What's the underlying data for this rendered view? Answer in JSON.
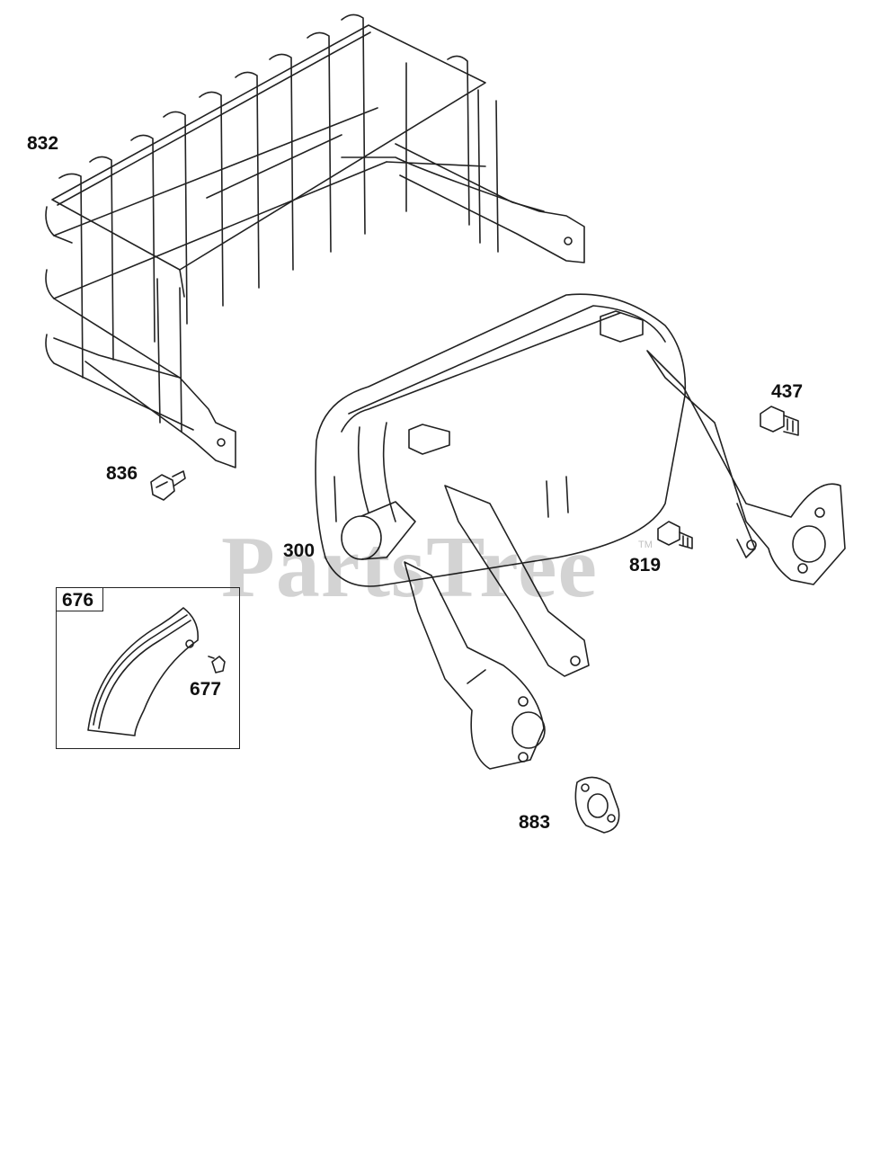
{
  "watermark": {
    "text": "PartsTree",
    "trademark": "TM"
  },
  "callouts": {
    "p832": "832",
    "p836": "836",
    "p437": "437",
    "p300": "300",
    "p819": "819",
    "p676": "676",
    "p677": "677",
    "p883": "883"
  },
  "colors": {
    "line": "#222222",
    "background": "#ffffff",
    "watermark": "#000000"
  }
}
